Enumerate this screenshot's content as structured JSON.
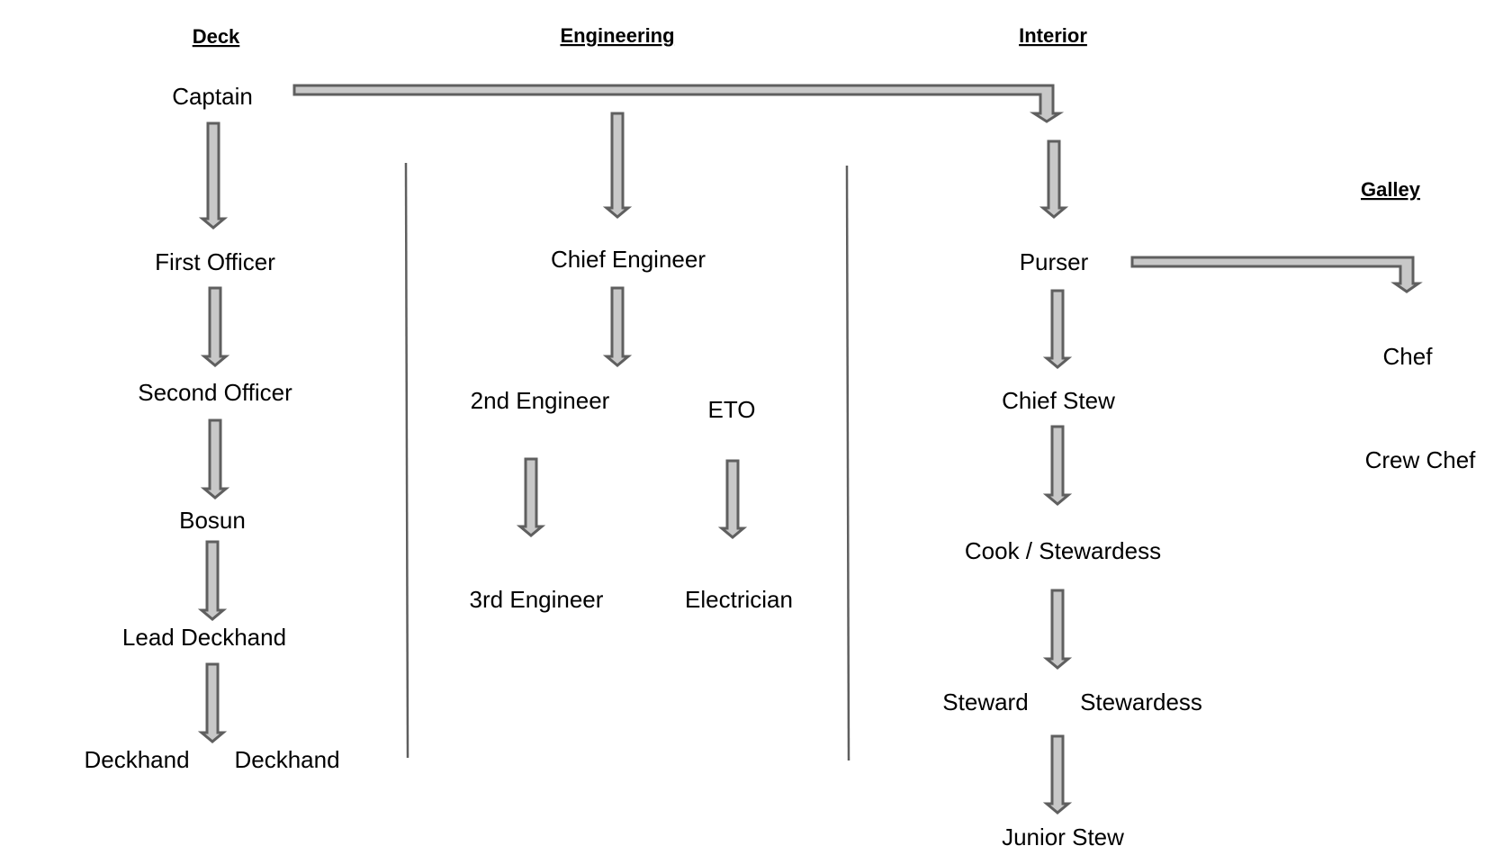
{
  "headers": {
    "deck": "Deck",
    "engineering": "Engineering",
    "interior": "Interior",
    "galley": "Galley"
  },
  "deck": {
    "captain": "Captain",
    "first_officer": "First Officer",
    "second_officer": "Second Officer",
    "bosun": "Bosun",
    "lead_deckhand": "Lead Deckhand",
    "deckhand_1": "Deckhand",
    "deckhand_2": "Deckhand"
  },
  "engineering": {
    "chief_engineer": "Chief Engineer",
    "second_engineer": "2nd Engineer",
    "eto": "ETO",
    "third_engineer": "3rd Engineer",
    "electrician": "Electrician"
  },
  "interior": {
    "purser": "Purser",
    "chief_stew": "Chief Stew",
    "cook_stewardess": "Cook / Stewardess",
    "steward": "Steward",
    "stewardess": "Stewardess",
    "junior_stew": "Junior Stew"
  },
  "galley": {
    "chef": "Chef",
    "crew_chef": "Crew Chef"
  },
  "colors": {
    "arrow_fill": "#c8c8c8",
    "arrow_stroke": "#5f5f5f",
    "divider": "#5f5f5f",
    "text": "#000000"
  }
}
